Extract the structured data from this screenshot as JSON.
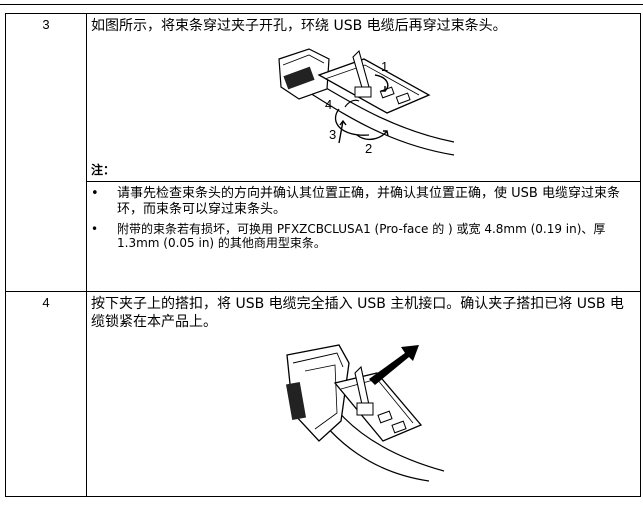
{
  "steps": [
    {
      "number": "3",
      "instruction": "如图所示，将束条穿过夹子开孔，环绕 USB 电缆后再穿过束条头。",
      "figure_callouts": [
        "1",
        "2",
        "3",
        "4"
      ],
      "note_label": "注：",
      "notes": [
        {
          "bullet": "•",
          "text": "请事先检查束条头的方向并确认其位置正确，并确认其位置正确，使 USB 电缆穿过束条环，而束条可以穿过束条头。"
        },
        {
          "bullet": "•",
          "text": "附带的束条若有损坏，可换用 PFXZCBCLUSA1 (Pro-face 的 ) 或宽 4.8mm (0.19 in)、厚 1.3mm (0.05 in) 的其他商用型束条。"
        }
      ]
    },
    {
      "number": "4",
      "instruction": "按下夹子上的搭扣，将 USB 电缆完全插入 USB 主机接口。确认夹子搭扣已将 USB 电缆锁紧在本产品上。"
    }
  ]
}
